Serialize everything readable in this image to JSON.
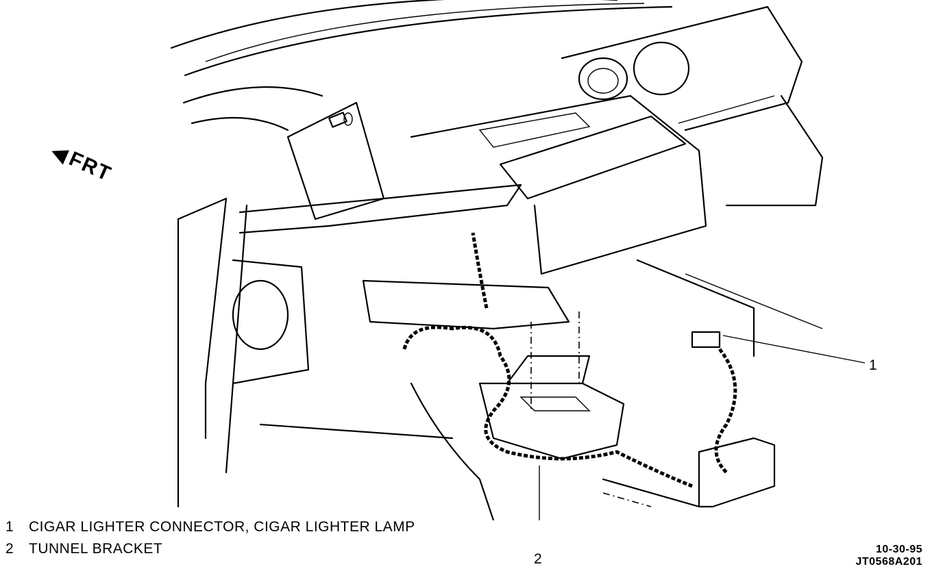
{
  "orientation": {
    "arrow_icon": "left-arrow-icon",
    "label": "FRT"
  },
  "callouts": [
    {
      "number": "1",
      "text": "CIGAR LIGHTER CONNECTOR, CIGAR LIGHTER LAMP"
    },
    {
      "number": "2",
      "text": "TUNNEL BRACKET"
    }
  ],
  "stamp": {
    "date": "10-30-95",
    "code": "JT0568A201"
  }
}
